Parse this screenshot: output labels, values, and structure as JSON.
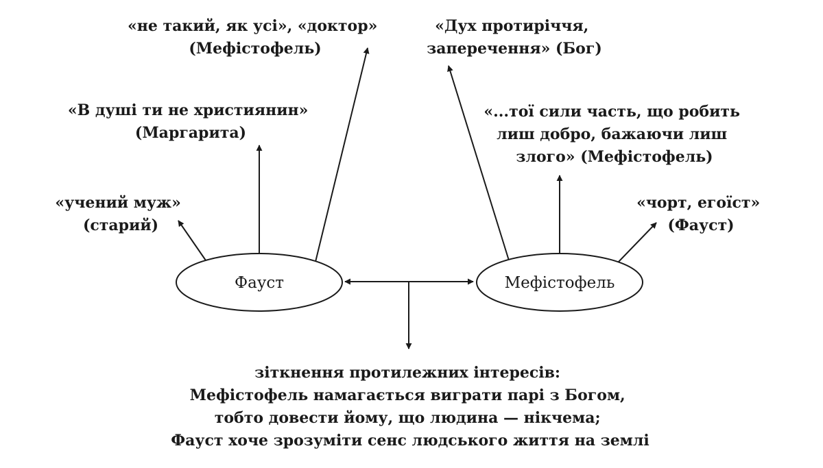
{
  "nodes": {
    "faust": "Фауст",
    "mephisto": "Мефістофель"
  },
  "faust_labels": {
    "top": [
      "«не такий, як усі», «доктор»",
      "(Мефістофель)"
    ],
    "middle": [
      "«В душі ти не християнин»",
      "(Маргарита)"
    ],
    "left": [
      "«учений муж»",
      "(старий)"
    ]
  },
  "mephisto_labels": {
    "top": [
      "«Дух протиріччя,",
      "заперечення» (Бог)"
    ],
    "middle": [
      "«...тої сили часть, що робить",
      "лиш добро, бажаючи лиш",
      "злого» (Мефістофель)"
    ],
    "right": [
      "«чорт, егоїст»",
      "(Фауст)"
    ]
  },
  "bottom_text": [
    "зіткнення протилежних інтересів:",
    "Мефістофель намагається виграти парі з Богом,",
    "тобто довести йому, що людина — нікчема;",
    "Фауст хоче зрозуміти сенс людського життя на землі"
  ]
}
